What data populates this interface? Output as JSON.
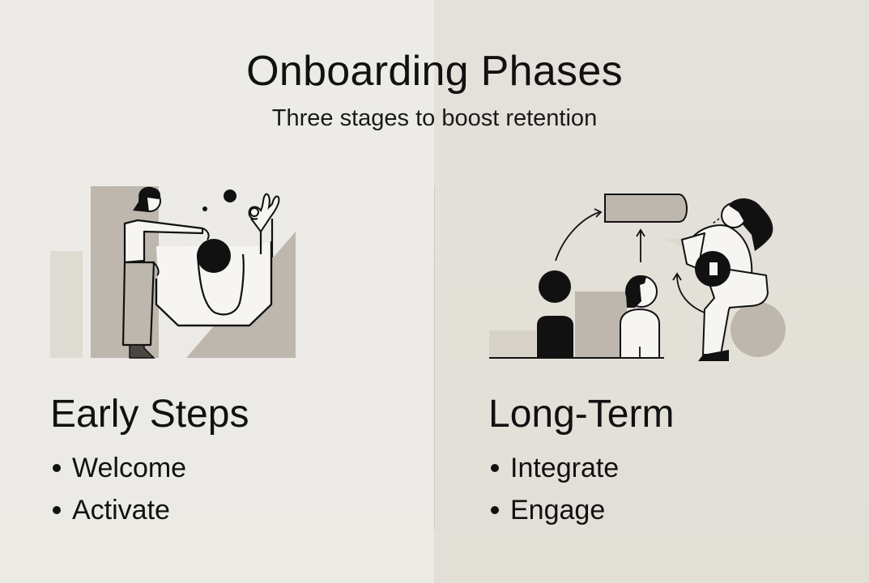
{
  "header": {
    "title": "Onboarding Phases",
    "subtitle": "Three stages to boost retention"
  },
  "colors": {
    "background_left": "#ecebe7",
    "background_right": "#e3e0d9",
    "ink": "#111111",
    "shape_tan": "#bdb7ad",
    "shape_light": "#dedbd2",
    "divider": "#cfcbc3"
  },
  "phases": [
    {
      "title": "Early Steps",
      "illustration": "guide-helping-person-illustration",
      "items": [
        "Welcome",
        "Activate"
      ]
    },
    {
      "title": "Long-Term",
      "illustration": "team-cycle-illustration",
      "items": [
        "Integrate",
        "Engage"
      ]
    }
  ]
}
